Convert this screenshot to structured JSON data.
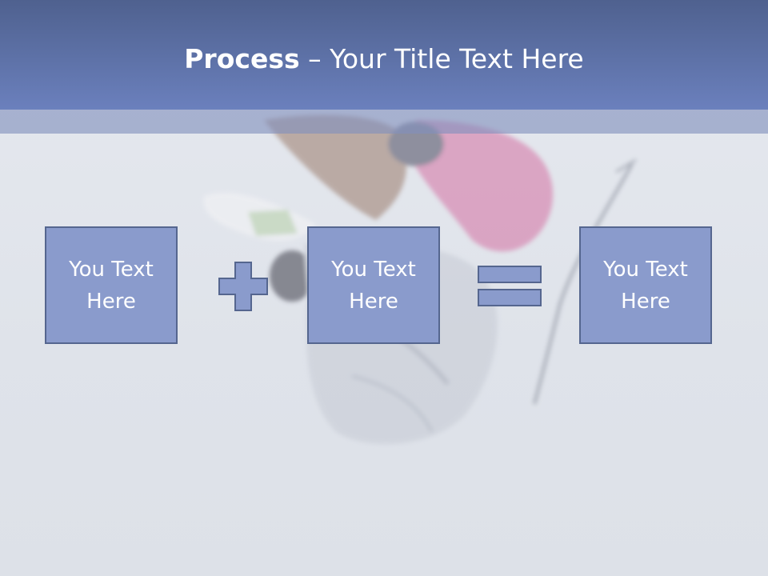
{
  "title": {
    "bold": "Process",
    "rest": " – Your Title Text Here"
  },
  "boxes": [
    {
      "label": "You Text Here"
    },
    {
      "label": "You Text Here"
    },
    {
      "label": "You Text Here"
    }
  ],
  "operators": [
    "plus-icon",
    "equals-icon"
  ],
  "colors": {
    "header": "#5e72a8",
    "box_fill": "#8a9bcc",
    "box_border": "#55668f",
    "background": "#e2e6ec"
  }
}
